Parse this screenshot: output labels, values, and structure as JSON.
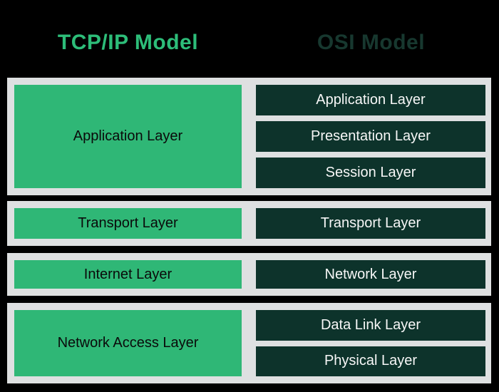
{
  "titles": {
    "tcpip": "TCP/IP Model",
    "osi": "OSI Model"
  },
  "colors": {
    "background": "#000000",
    "panel_gray": "#dee0e1",
    "tcpip_box_green": "#2fb776",
    "osi_box_dark_teal": "#0d332b",
    "tcpip_title_green": "#2dbd79",
    "osi_title_dark": "#17382f",
    "text_on_green": "#0a0a0a",
    "text_on_dark": "#f7f7f7"
  },
  "groups": [
    {
      "tcpip": "Application Layer",
      "osi": [
        "Application Layer",
        "Presentation Layer",
        "Session Layer"
      ]
    },
    {
      "tcpip": "Transport Layer",
      "osi": [
        "Transport Layer"
      ]
    },
    {
      "tcpip": "Internet Layer",
      "osi": [
        "Network Layer"
      ]
    },
    {
      "tcpip": "Network Access Layer",
      "osi": [
        "Data Link Layer",
        "Physical Layer"
      ]
    }
  ]
}
